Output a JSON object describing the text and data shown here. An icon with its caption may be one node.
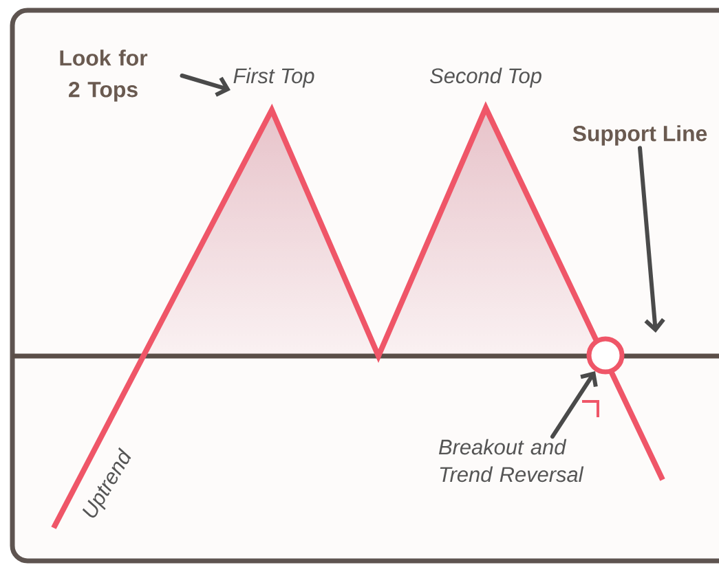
{
  "diagram": {
    "nodes": [
      {
        "text": [
          "Look for 2 Tops"
        ]
      },
      {
        "text": [
          "First Top"
        ]
      },
      {
        "text": [
          "Second Top"
        ]
      },
      {
        "text": [
          "Support Line"
        ]
      },
      {
        "text": [],
        "shape": "circle"
      },
      {
        "text": [
          "Breakout and Trend Reversal"
        ]
      },
      {
        "text": [
          "Uptrend"
        ]
      }
    ],
    "edges": [
      {
        "from": 0,
        "to": 1,
        "arrow": "to"
      },
      {
        "from": 3,
        "to": null,
        "arrow": "to"
      },
      {
        "from": 5,
        "to": 4,
        "arrow": "to"
      }
    ]
  }
}
